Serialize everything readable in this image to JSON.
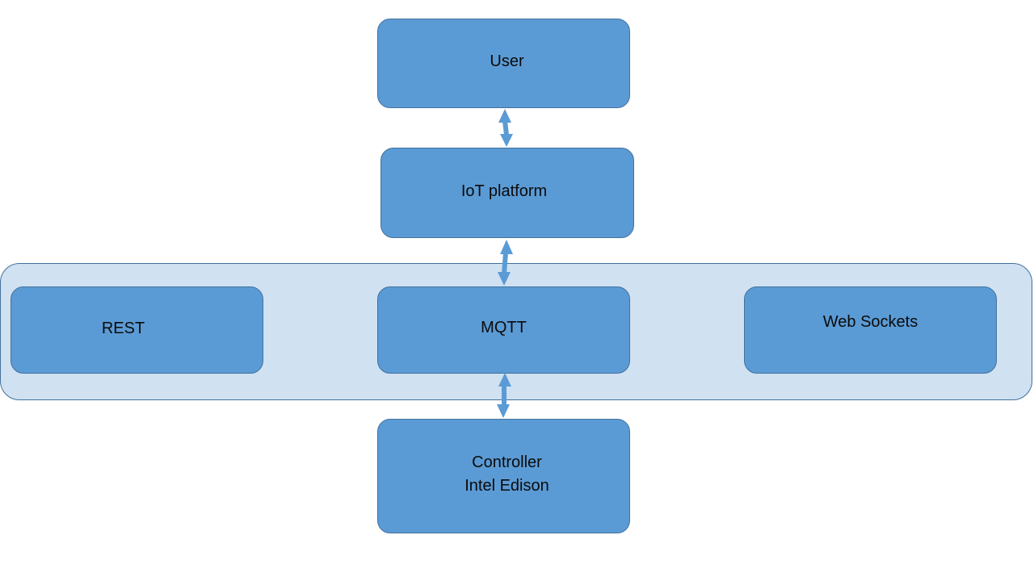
{
  "diagram": {
    "nodes": {
      "user": {
        "label": "User"
      },
      "iot_platform": {
        "label": "IoT platform"
      },
      "rest": {
        "label": "REST"
      },
      "mqtt": {
        "label": "MQTT"
      },
      "web_sockets": {
        "label": "Web Sockets"
      },
      "controller": {
        "lines": [
          "Controller",
          "Intel Edison"
        ]
      }
    },
    "edges": [
      {
        "from": "user",
        "to": "iot_platform",
        "direction": "bidirectional"
      },
      {
        "from": "iot_platform",
        "to": "mqtt",
        "direction": "bidirectional"
      },
      {
        "from": "mqtt",
        "to": "controller",
        "direction": "bidirectional"
      }
    ],
    "groups": [
      {
        "members": [
          "rest",
          "mqtt",
          "web_sockets"
        ]
      }
    ],
    "colors": {
      "node_fill": "#5b9bd5",
      "node_border": "#41719c",
      "band_fill": "#d0e1f2",
      "arrow": "#5b9bd5",
      "text": "#0b0b0b"
    }
  }
}
